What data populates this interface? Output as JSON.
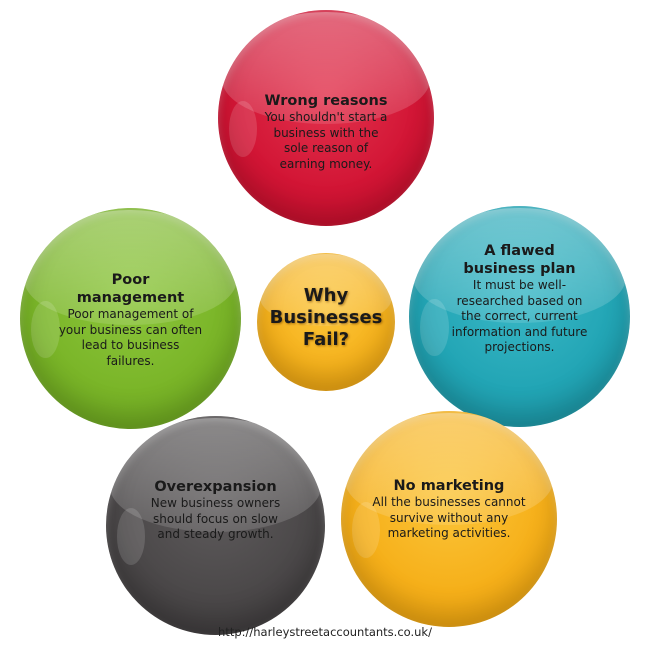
{
  "diagram": {
    "center": {
      "title_lines": [
        "Why",
        "Businesses",
        "Fail?"
      ],
      "color": "#f6b21c"
    },
    "reasons": [
      {
        "id": "wrong-reasons",
        "title": "Wrong reasons",
        "body": "You shouldn't start a business with the sole reason of earning money.",
        "color": "#d21535",
        "position": "top"
      },
      {
        "id": "poor-management",
        "title": "Poor management",
        "body": "Poor management of your business can often lead to business failures.",
        "color": "#7ab528",
        "position": "left"
      },
      {
        "id": "flawed-business-plan",
        "title": "A flawed business plan",
        "body": "It must be well-researched based on the correct, current information and future projections.",
        "color": "#22a5b5",
        "position": "right"
      },
      {
        "id": "overexpansion",
        "title": "Overexpansion",
        "body": "New business owners should focus on slow and steady growth.",
        "color": "#4b4849",
        "position": "bottom-left"
      },
      {
        "id": "no-marketing",
        "title": "No marketing",
        "body": "All the businesses cannot survive without any marketing activities.",
        "color": "#f6b01a",
        "position": "bottom-right"
      }
    ]
  },
  "footer": {
    "source_url": "http://harleystreetaccountants.co.uk/"
  }
}
